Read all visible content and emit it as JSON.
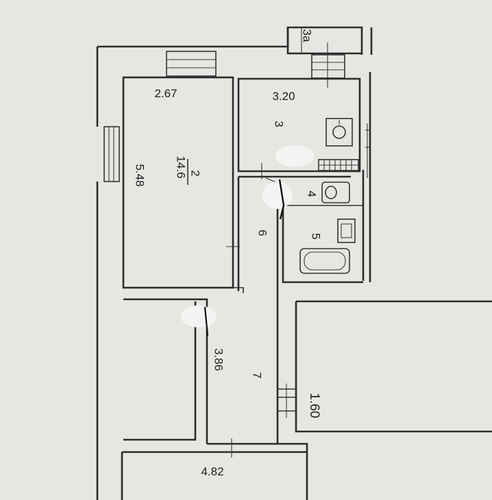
{
  "labels": {
    "room_3a": "3a",
    "room2_width": "2.67",
    "room2_number": "2",
    "room2_area": "14.6",
    "room2_length": "5.48",
    "room3_width": "3.20",
    "room3_number": "3",
    "room4_number": "4",
    "room5_number": "5",
    "room6_number": "6",
    "room7_length": "3.86",
    "room7_number": "7",
    "corridor_width": "1.60",
    "lower_room_width": "4.82"
  }
}
